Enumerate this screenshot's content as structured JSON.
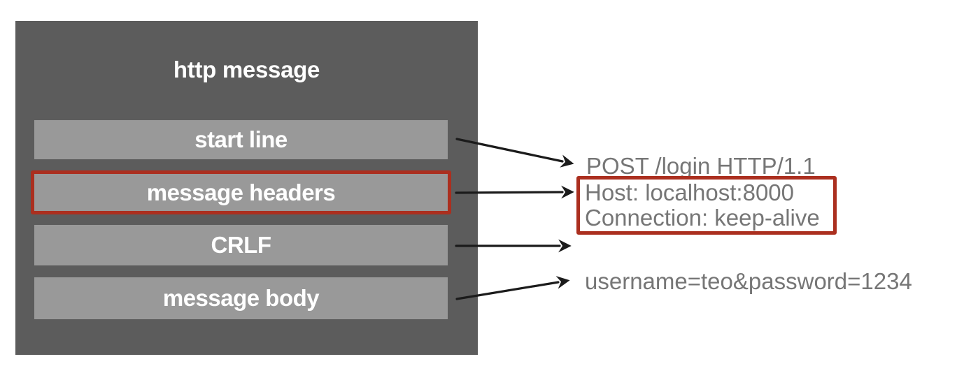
{
  "diagram": {
    "panel": {
      "title": "http message",
      "bars": [
        {
          "label": "start line"
        },
        {
          "label": "message headers"
        },
        {
          "label": "CRLF"
        },
        {
          "label": "message body"
        }
      ]
    },
    "annotations": {
      "start_line_example": "POST /login HTTP/1.1",
      "headers_example": [
        "Host: localhost:8000",
        "Connection: keep-alive"
      ],
      "body_example": "username=teo&password=1234"
    },
    "colors": {
      "panel_background": "#5c5c5c",
      "bar_background": "#999999",
      "label_text": "#ffffff",
      "example_text": "#767676",
      "highlight_red": "#ab2f1f",
      "arrow_black": "#1b1b1b"
    }
  }
}
